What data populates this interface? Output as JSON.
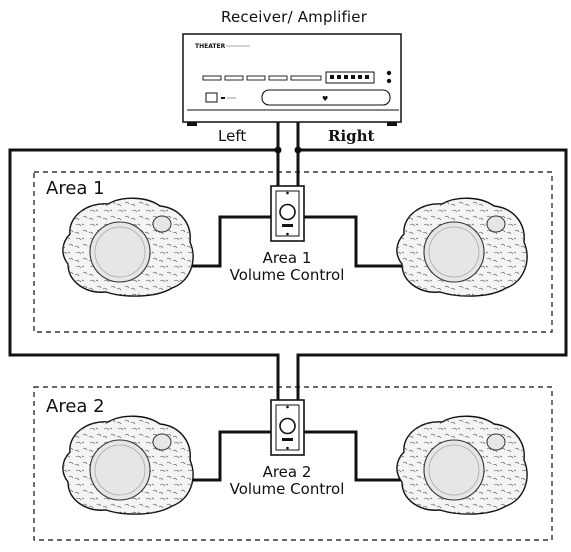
{
  "title": "Receiver/ Amplifier",
  "receiver": {
    "brand": "THEATER",
    "display_mark": "♥"
  },
  "wires": {
    "left_label": "Left",
    "right_label": "Right"
  },
  "areas": [
    {
      "label": "Area 1",
      "volume_control": {
        "line1": "Area 1",
        "line2": "Volume Control"
      }
    },
    {
      "label": "Area 2",
      "volume_control": {
        "line1": "Area 2",
        "line2": "Volume Control"
      }
    }
  ],
  "colors": {
    "line": "#111111",
    "rock_fill": "#f4f4f4",
    "speaker_fill": "#e6e6e6"
  }
}
